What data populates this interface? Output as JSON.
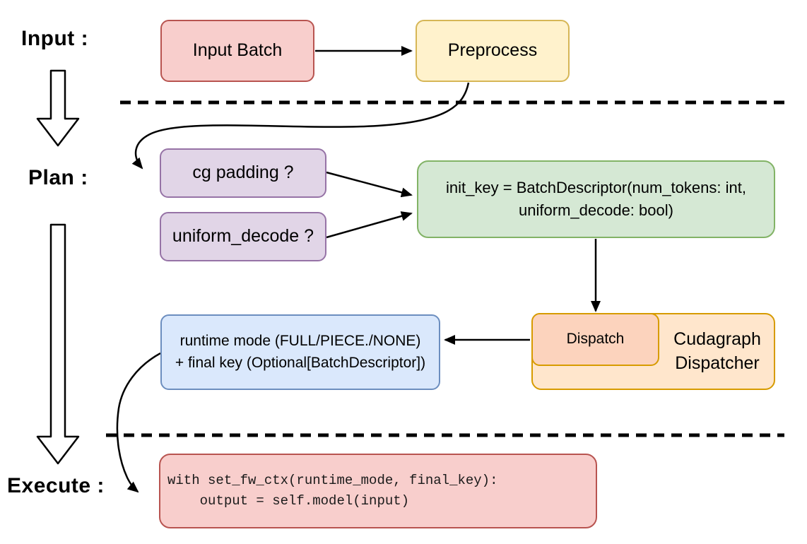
{
  "stage_labels": {
    "input": "Input :",
    "plan": "Plan :",
    "execute": "Execute :"
  },
  "nodes": {
    "input_batch": {
      "label": "Input Batch"
    },
    "preprocess": {
      "label": "Preprocess"
    },
    "cg_padding": {
      "label": "cg padding ?"
    },
    "uniform_decode": {
      "label": "uniform_decode ?"
    },
    "init_key": {
      "line1": "init_key = BatchDescriptor(num_tokens: int,",
      "line2": "uniform_decode: bool)"
    },
    "dispatch": {
      "label": "Dispatch"
    },
    "cudagraph_dispatcher": {
      "line1": "Cudagraph",
      "line2": "Dispatcher"
    },
    "runtime_mode": {
      "line1": "runtime mode (FULL/PIECE./NONE)",
      "line2": "+ final key (Optional[BatchDescriptor])"
    },
    "execute_code": {
      "line1": "with set_fw_ctx(runtime_mode, final_key):",
      "line2": "    output = self.model(input)"
    }
  },
  "palette": {
    "pink_fill": "#f8cecc",
    "pink_stroke": "#b85450",
    "yellow_fill": "#fff2cc",
    "yellow_stroke": "#d6b656",
    "purple_fill": "#e1d5e7",
    "purple_stroke": "#9673a6",
    "green_fill": "#d5e8d4",
    "green_stroke": "#82b366",
    "blue_fill": "#dae8fc",
    "blue_stroke": "#6c8ebf",
    "orange_fill": "#ffe6cc",
    "orange_inner_fill": "#fcd3bd",
    "orange_stroke": "#d79b00",
    "line_color": "#000000"
  }
}
